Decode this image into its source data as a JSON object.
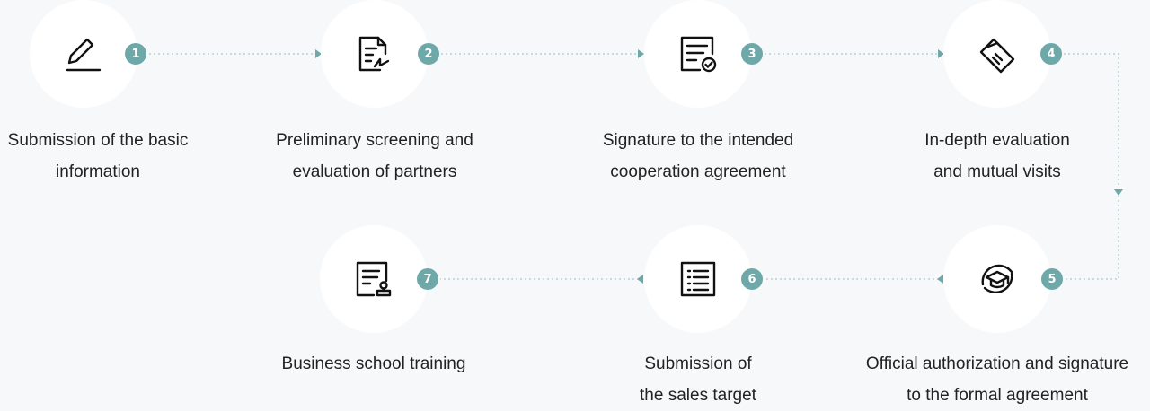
{
  "accent_color": "#6fa8a8",
  "steps": [
    {
      "number": "1",
      "icon": "pencil-underline-icon",
      "line1": "Submission of the basic",
      "line2": "information"
    },
    {
      "number": "2",
      "icon": "document-signature-icon",
      "line1": "Preliminary screening and",
      "line2": "evaluation of partners"
    },
    {
      "number": "3",
      "icon": "document-check-icon",
      "line1": "Signature to the intended",
      "line2": "cooperation agreement"
    },
    {
      "number": "4",
      "icon": "handshake-icon",
      "line1": "In-depth evaluation",
      "line2": "and mutual visits"
    },
    {
      "number": "5",
      "icon": "graduation-handshake-icon",
      "line1": "Official authorization and signature",
      "line2": "to the formal agreement"
    },
    {
      "number": "6",
      "icon": "list-document-icon",
      "line1": "Submission of",
      "line2": "the sales target"
    },
    {
      "number": "7",
      "icon": "document-stamp-icon",
      "line1": "Business school training",
      "line2": ""
    }
  ]
}
